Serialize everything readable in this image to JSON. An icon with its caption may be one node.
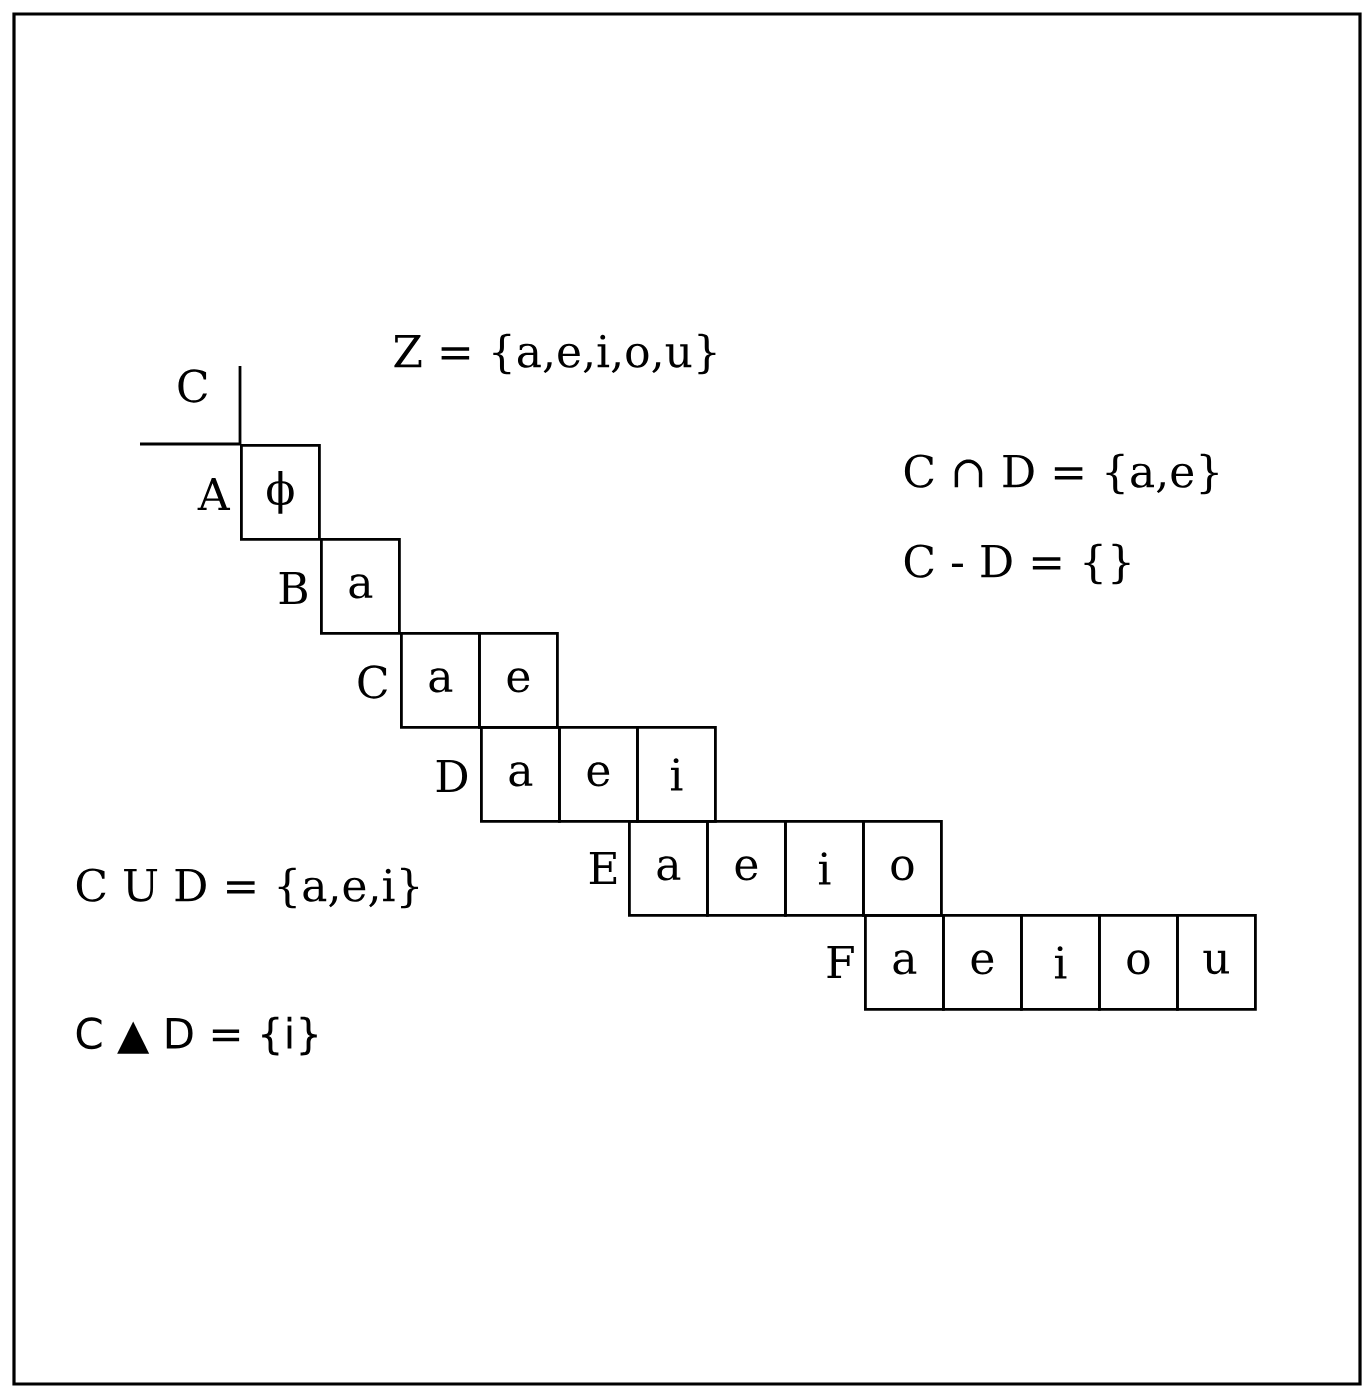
{
  "diagram": {
    "nodes": [
      {
        "text": [
          "ϕ"
        ]
      },
      {
        "text": [
          "a"
        ]
      },
      {
        "text": [
          "a"
        ]
      },
      {
        "text": [
          "e"
        ]
      },
      {
        "text": [
          "a"
        ]
      },
      {
        "text": [
          "e"
        ]
      },
      {
        "text": [
          "i"
        ]
      },
      {
        "text": [
          "a"
        ]
      },
      {
        "text": [
          "e"
        ]
      },
      {
        "text": [
          "i"
        ]
      },
      {
        "text": [
          "o"
        ]
      },
      {
        "text": [
          "a"
        ]
      },
      {
        "text": [
          "e"
        ]
      },
      {
        "text": [
          "i"
        ]
      },
      {
        "text": [
          "o"
        ]
      },
      {
        "text": [
          "u"
        ]
      }
    ],
    "labels": [
      "C",
      "Z = {a,e,i,o,u}",
      "A",
      "C ∩ D = {a,e}",
      "B",
      "C - D = {}",
      "C",
      "D",
      "C U D = {a,e,i}",
      "E",
      "F",
      "C ▲ D = {i}"
    ]
  }
}
